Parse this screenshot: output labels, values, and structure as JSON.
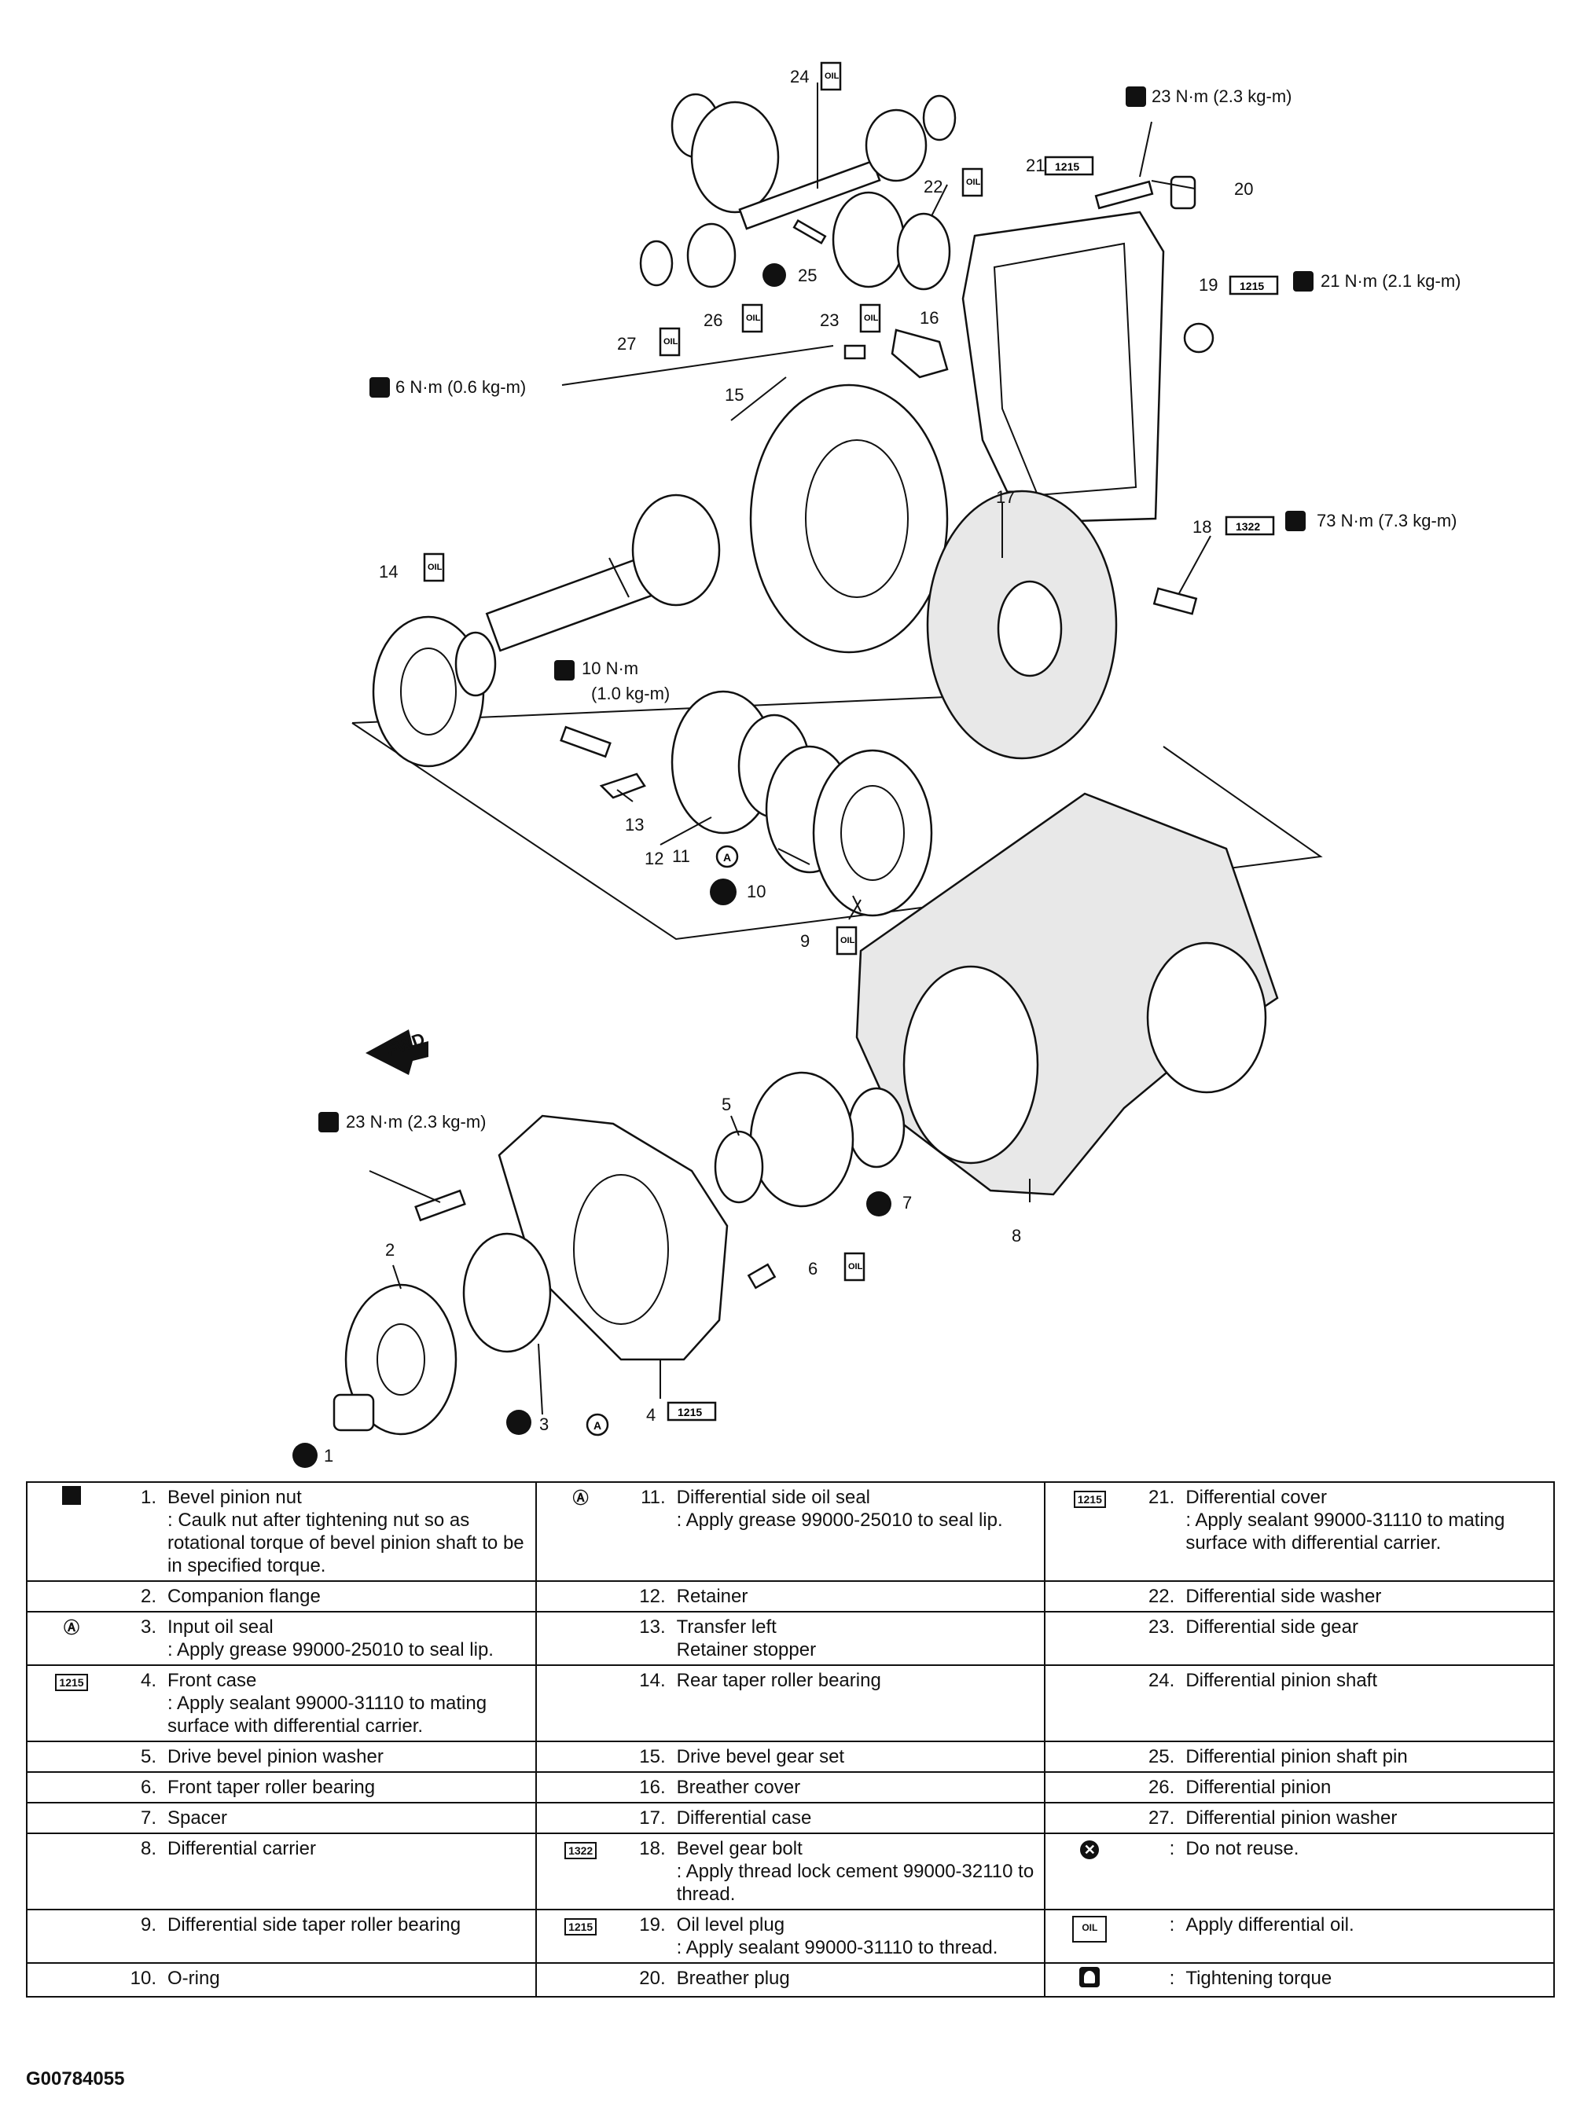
{
  "diagram": {
    "callouts": [
      "1",
      "2",
      "3",
      "4",
      "5",
      "6",
      "7",
      "8",
      "9",
      "10",
      "11",
      "12",
      "13",
      "14",
      "15",
      "16",
      "17",
      "18",
      "19",
      "20",
      "21",
      "22",
      "23",
      "24",
      "25",
      "26",
      "27"
    ],
    "torques": {
      "t21": "23 N·m (2.3 kg-m)",
      "t19": "21 N·m (2.1 kg-m)",
      "t16": "6 N·m (0.6 kg-m)",
      "t18": "73 N·m (7.3 kg-m)",
      "t13a": "10 N·m",
      "t13b": "(1.0 kg-m)",
      "t4": "23 N·m (2.3 kg-m)"
    },
    "fwd_label": "FWD",
    "sealant_1215": "1215",
    "sealant_1322": "1322",
    "oil_label": "OIL",
    "grease_label": "A"
  },
  "legend": {
    "rows": [
      [
        {
          "sym": "nut",
          "num": "1.",
          "text": "Bevel pinion nut\n: Caulk nut after tightening nut so as rotational torque of bevel pinion shaft to be in specified torque."
        },
        {
          "sym": "grease",
          "num": "11.",
          "text": "Differential side oil seal\n: Apply grease 99000-25010 to seal lip."
        },
        {
          "sym": "1215",
          "num": "21.",
          "text": "Differential cover\n: Apply sealant 99000-31110 to mating surface with differential carrier."
        }
      ],
      [
        {
          "sym": "",
          "num": "2.",
          "text": "Companion flange"
        },
        {
          "sym": "",
          "num": "12.",
          "text": "Retainer"
        },
        {
          "sym": "",
          "num": "22.",
          "text": "Differential side washer"
        }
      ],
      [
        {
          "sym": "grease",
          "num": "3.",
          "text": "Input oil seal\n: Apply grease 99000-25010 to seal lip."
        },
        {
          "sym": "",
          "num": "13.",
          "text": "Transfer left\nRetainer stopper"
        },
        {
          "sym": "",
          "num": "23.",
          "text": "Differential side gear"
        }
      ],
      [
        {
          "sym": "1215",
          "num": "4.",
          "text": "Front case\n: Apply sealant 99000-31110 to mating surface with differential carrier."
        },
        {
          "sym": "",
          "num": "14.",
          "text": "Rear taper roller bearing"
        },
        {
          "sym": "",
          "num": "24.",
          "text": "Differential pinion shaft"
        }
      ],
      [
        {
          "sym": "",
          "num": "5.",
          "text": "Drive bevel pinion washer"
        },
        {
          "sym": "",
          "num": "15.",
          "text": "Drive bevel gear set"
        },
        {
          "sym": "",
          "num": "25.",
          "text": "Differential pinion shaft pin"
        }
      ],
      [
        {
          "sym": "",
          "num": "6.",
          "text": "Front taper roller bearing"
        },
        {
          "sym": "",
          "num": "16.",
          "text": "Breather cover"
        },
        {
          "sym": "",
          "num": "26.",
          "text": "Differential pinion"
        }
      ],
      [
        {
          "sym": "",
          "num": "7.",
          "text": "Spacer"
        },
        {
          "sym": "",
          "num": "17.",
          "text": "Differential case"
        },
        {
          "sym": "",
          "num": "27.",
          "text": "Differential pinion washer"
        }
      ],
      [
        {
          "sym": "",
          "num": "8.",
          "text": "Differential carrier"
        },
        {
          "sym": "1322",
          "num": "18.",
          "text": "Bevel gear bolt\n: Apply thread lock cement 99000-32110 to thread."
        },
        {
          "sym": "x",
          "num": ":",
          "text": "Do not reuse."
        }
      ],
      [
        {
          "sym": "",
          "num": "9.",
          "text": "Differential side taper roller bearing"
        },
        {
          "sym": "1215",
          "num": "19.",
          "text": "Oil level plug\n: Apply sealant 99000-31110 to thread."
        },
        {
          "sym": "oil",
          "num": ":",
          "text": "Apply differential oil."
        }
      ],
      [
        {
          "sym": "",
          "num": "10.",
          "text": "O-ring"
        },
        {
          "sym": "",
          "num": "20.",
          "text": "Breather plug"
        },
        {
          "sym": "torque",
          "num": ":",
          "text": "Tightening torque"
        }
      ]
    ]
  },
  "doc_id": "G00784055"
}
